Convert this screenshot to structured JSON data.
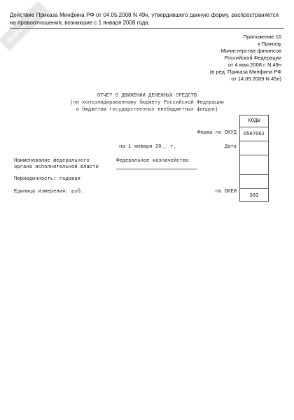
{
  "notice": {
    "text": "Действие Приказа Минфина РФ от 04.05.2008 N 49н, утвердившего данную форму, распространяется на правоотношения, возникшие с 1 января 2008 года."
  },
  "watermark": {
    "text": "NoNumber.ru"
  },
  "appendix": {
    "lines": [
      "Приложение 16",
      "к Приказу",
      "Министерства финансов",
      "Российской Федерации",
      "от 4 мая 2008 г. N 49н",
      "(в ред. Приказа Минфина РФ",
      "от 14.05.2009 N 45н)"
    ]
  },
  "title": {
    "line1": "ОТЧЕТ О ДВИЖЕНИИ ДЕНЕЖНЫХ СРЕДСТВ",
    "line2": "(по консолидированному бюджету Российской Федерации",
    "line3": "и бюджетам государственных внебюджетных фондов)"
  },
  "codes": {
    "header": "КОДЫ",
    "okud_label": "Форма по ОКУД",
    "okud_value": "0507061",
    "date_label": "Дата",
    "date_value": "",
    "row3_value": "",
    "row4_value": "",
    "okei_label": "по ОКЕИ",
    "okei_value": "383"
  },
  "form": {
    "date_text": "на 1 января 20__ г.",
    "org_label_1": "Наименование федерального",
    "org_label_2": "органа исполнительной власти",
    "org_value": "Федеральное казначейство",
    "periodicity": "Периодичность: годовая",
    "unit": "Единица измерения: руб."
  }
}
